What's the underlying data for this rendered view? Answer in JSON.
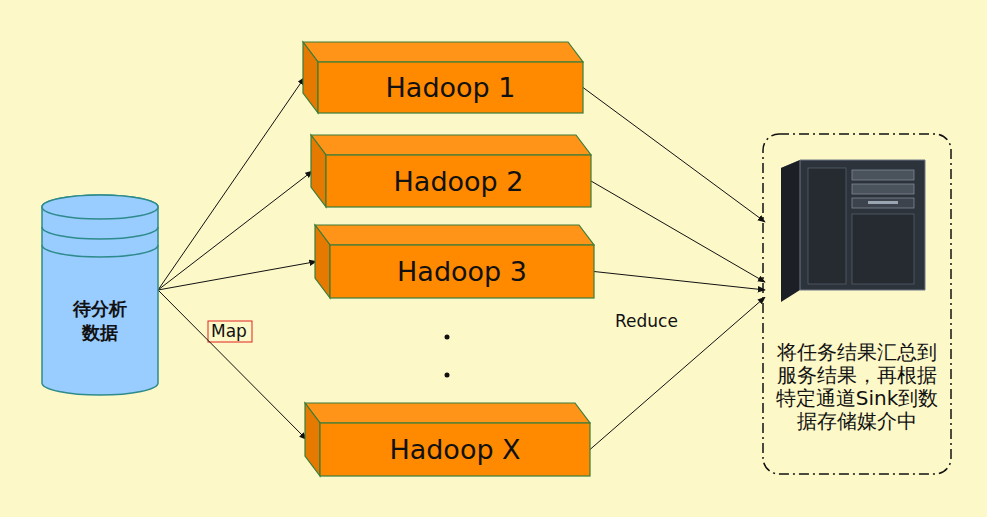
{
  "diagram": {
    "nodes": [
      {
        "text": [
          "待分析 数据"
        ]
      },
      {
        "text": [
          "Hadoop 1"
        ]
      },
      {
        "text": [
          "Hadoop 2"
        ]
      },
      {
        "text": [
          "Hadoop 3"
        ]
      },
      {
        "text": [
          "Hadoop X"
        ]
      },
      {
        "text": [
          "将任务结果汇总到 服务结果，再根据 特定通道Sink到数 据存储媒介中"
        ]
      }
    ],
    "edges": [
      {
        "from": 0,
        "to": 1,
        "arrow": "to"
      },
      {
        "from": 0,
        "to": 2,
        "arrow": "to"
      },
      {
        "from": 0,
        "to": 3,
        "arrow": "to"
      },
      {
        "from": 0,
        "to": 4,
        "arrow": "to"
      },
      {
        "from": 1,
        "to": 5,
        "arrow": "to"
      },
      {
        "from": 2,
        "to": 5,
        "arrow": "to"
      },
      {
        "from": 3,
        "to": 5,
        "arrow": "to"
      },
      {
        "from": 4,
        "to": 5,
        "arrow": "to"
      }
    ],
    "labels": [
      "Map",
      "Reduce"
    ]
  }
}
